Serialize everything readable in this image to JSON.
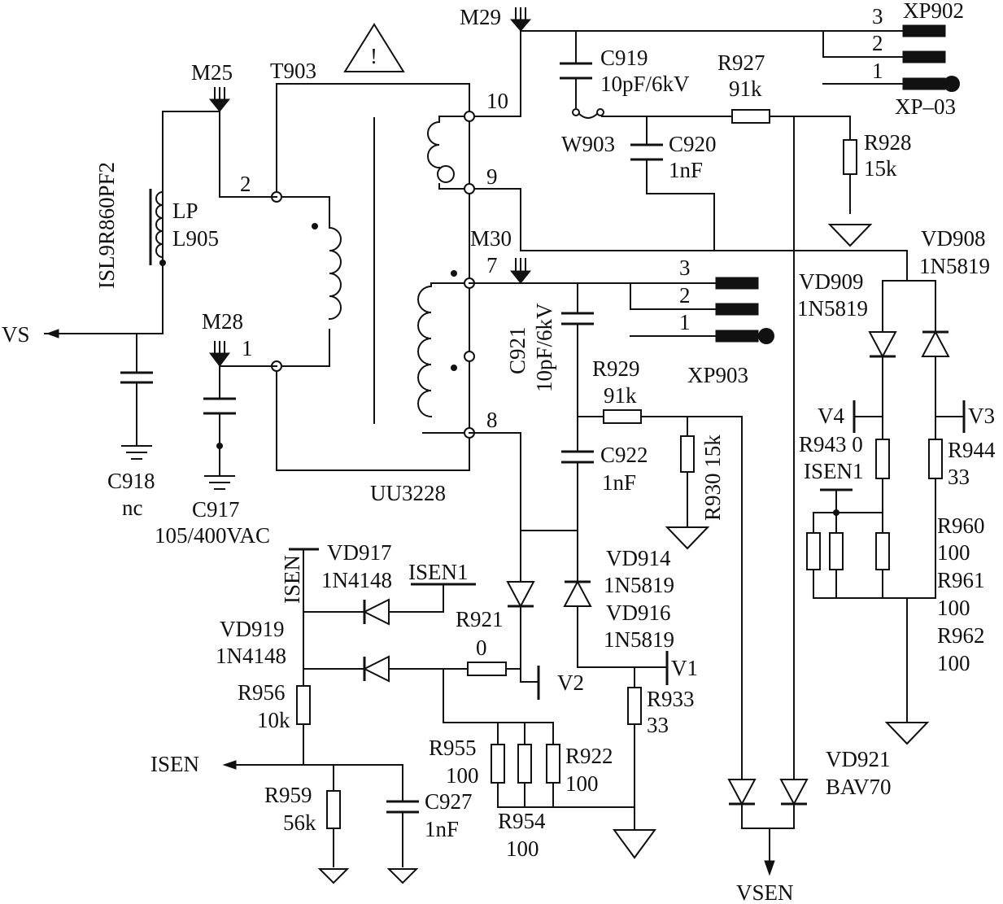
{
  "labels": {
    "xp902": "XP902",
    "xp03": "XP–03",
    "xp903": "XP903",
    "pin3": "3",
    "pin2": "2",
    "pin1": "1",
    "m29": "M29",
    "m25": "M25",
    "m28": "M28",
    "m30": "M30",
    "t903": "T903",
    "uu3228": "UU3228",
    "warn": "!",
    "tp10": "10",
    "tp9": "9",
    "tp7": "7",
    "tp8": "8",
    "tp2": "2",
    "tp1": "1",
    "c919_name": "C919",
    "c919_val": "10pF/6kV",
    "r927_name": "R927",
    "r927_val": "91k",
    "w903": "W903",
    "c920_name": "C920",
    "c920_val": "1nF",
    "r928_name": "R928",
    "r928_val": "15k",
    "vd908_name": "VD908",
    "vd908_val": "1N5819",
    "vd909_name": "VD909",
    "vd909_val": "1N5819",
    "isl": "ISL9R860PF2",
    "lp": "LP",
    "l905": "L905",
    "vs": "VS",
    "c918_name": "C918",
    "c918_val": "nc",
    "c917_name": "C917",
    "c917_val": "105/400VAC",
    "c921": "C921",
    "c921_val": "10pF/6kV",
    "r929_name": "R929",
    "r929_val": "91k",
    "c922_name": "C922",
    "c922_val": "1nF",
    "r930": "R930 15k",
    "v4": "V4",
    "v3": "V3",
    "r943": "R943 0",
    "isen1_right": "ISEN1",
    "r944_name": "R944",
    "r944_val": "33",
    "r960_name": "R960",
    "r960_val": "100",
    "r961_name": "R961",
    "r961_val": "100",
    "r962_name": "R962",
    "r962_val": "100",
    "isen_top": "ISEN",
    "vd917_name": "VD917",
    "vd917_val": "1N4148",
    "isen1_mid": "ISEN1",
    "vd919_name": "VD919",
    "vd919_val": "1N4148",
    "r921_name": "R921",
    "r921_val": "0",
    "vd914_name": "VD914",
    "vd914_val": "1N5819",
    "vd916_name": "VD916",
    "vd916_val": "1N5819",
    "v1": "V1",
    "v2": "V2",
    "r956_name": "R956",
    "r956_val": "10k",
    "r933_name": "R933",
    "r933_val": "33",
    "isen_out": "ISEN",
    "r955_name": "R955",
    "r955_val": "100",
    "r922_name": "R922",
    "r922_val": "100",
    "r954_name": "R954",
    "r954_val": "100",
    "r959_name": "R959",
    "r959_val": "56k",
    "c927_name": "C927",
    "c927_val": "1nF",
    "vd921_name": "VD921",
    "vd921_val": "BAV70",
    "vsen": "VSEN"
  }
}
